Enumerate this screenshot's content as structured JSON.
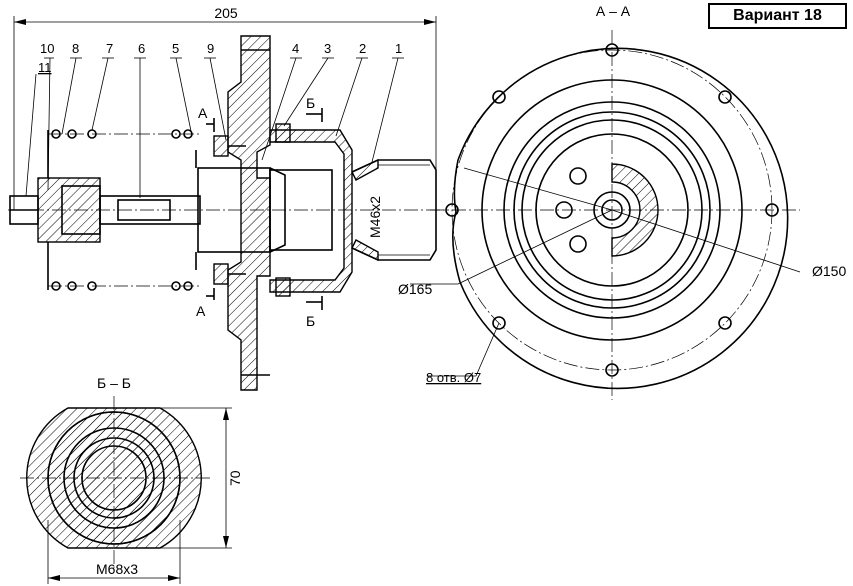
{
  "variant": "Вариант 18",
  "overall_dimension": "205",
  "callouts": [
    "10",
    "11",
    "8",
    "7",
    "6",
    "5",
    "9",
    "4",
    "3",
    "2",
    "1"
  ],
  "section_aa": {
    "title": "А – А",
    "marker": "А",
    "dia_outer": "Ø165",
    "dia_bolt_circle": "Ø150",
    "holes": "8 отв. Ø7"
  },
  "section_bb": {
    "title": "Б – Б",
    "marker": "Б",
    "height": "70",
    "thread": "M68x3"
  },
  "thread_main": "M46x2"
}
